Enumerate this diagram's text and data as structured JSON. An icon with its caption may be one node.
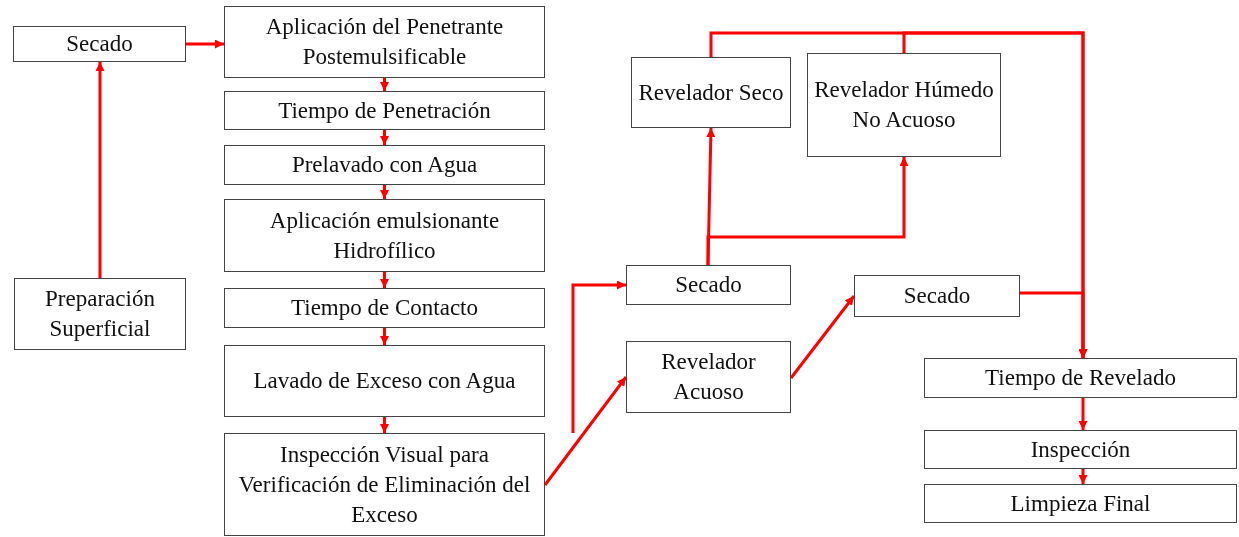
{
  "diagram": {
    "nodes": [
      {
        "text": [
          "Secado"
        ]
      },
      {
        "text": [
          "Preparación Superficial"
        ]
      },
      {
        "text": [
          "Aplicación del Penetrante Postemulsificable"
        ]
      },
      {
        "text": [
          "Tiempo de Penetración"
        ]
      },
      {
        "text": [
          "Prelavado con Agua"
        ]
      },
      {
        "text": [
          "Aplicación emulsionante Hidrofílico"
        ]
      },
      {
        "text": [
          "Tiempo de Contacto"
        ]
      },
      {
        "text": [
          "Lavado de Exceso con Agua"
        ]
      },
      {
        "text": [
          "Inspección Visual para Verificación de Eliminación del Exceso"
        ]
      },
      {
        "text": [
          "Revelador Seco"
        ]
      },
      {
        "text": [
          "Revelador Húmedo No Acuoso"
        ]
      },
      {
        "text": [
          "Secado"
        ]
      },
      {
        "text": [
          "Revelador Acuoso"
        ]
      },
      {
        "text": [
          "Secado"
        ]
      },
      {
        "text": [
          "Tiempo de Revelado"
        ]
      },
      {
        "text": [
          "Inspección"
        ]
      },
      {
        "text": [
          "Limpieza Final"
        ]
      }
    ],
    "edges": [
      {
        "from": 1,
        "to": 0,
        "arrow": "to"
      },
      {
        "from": 0,
        "to": 2,
        "arrow": "to"
      },
      {
        "from": 2,
        "to": 3,
        "arrow": "to"
      },
      {
        "from": 3,
        "to": 4,
        "arrow": "to"
      },
      {
        "from": 4,
        "to": 5,
        "arrow": "to"
      },
      {
        "from": 5,
        "to": 6,
        "arrow": "to"
      },
      {
        "from": 6,
        "to": 7,
        "arrow": "to"
      },
      {
        "from": 7,
        "to": 8,
        "arrow": "to"
      },
      {
        "from": null,
        "to": 11,
        "arrow": "to"
      },
      {
        "from": 8,
        "to": 12,
        "arrow": "to"
      },
      {
        "from": 11,
        "to": 9,
        "arrow": "to"
      },
      {
        "from": 11,
        "to": 10,
        "arrow": "to"
      },
      {
        "from": 12,
        "to": 13,
        "arrow": "to"
      },
      {
        "from": 9,
        "to": 14,
        "arrow": "to"
      },
      {
        "from": 10,
        "to": 14,
        "arrow": "to"
      },
      {
        "from": 13,
        "to": 14,
        "arrow": "to"
      },
      {
        "from": 14,
        "to": 15,
        "arrow": "to"
      },
      {
        "from": 15,
        "to": 16,
        "arrow": "to"
      }
    ]
  }
}
